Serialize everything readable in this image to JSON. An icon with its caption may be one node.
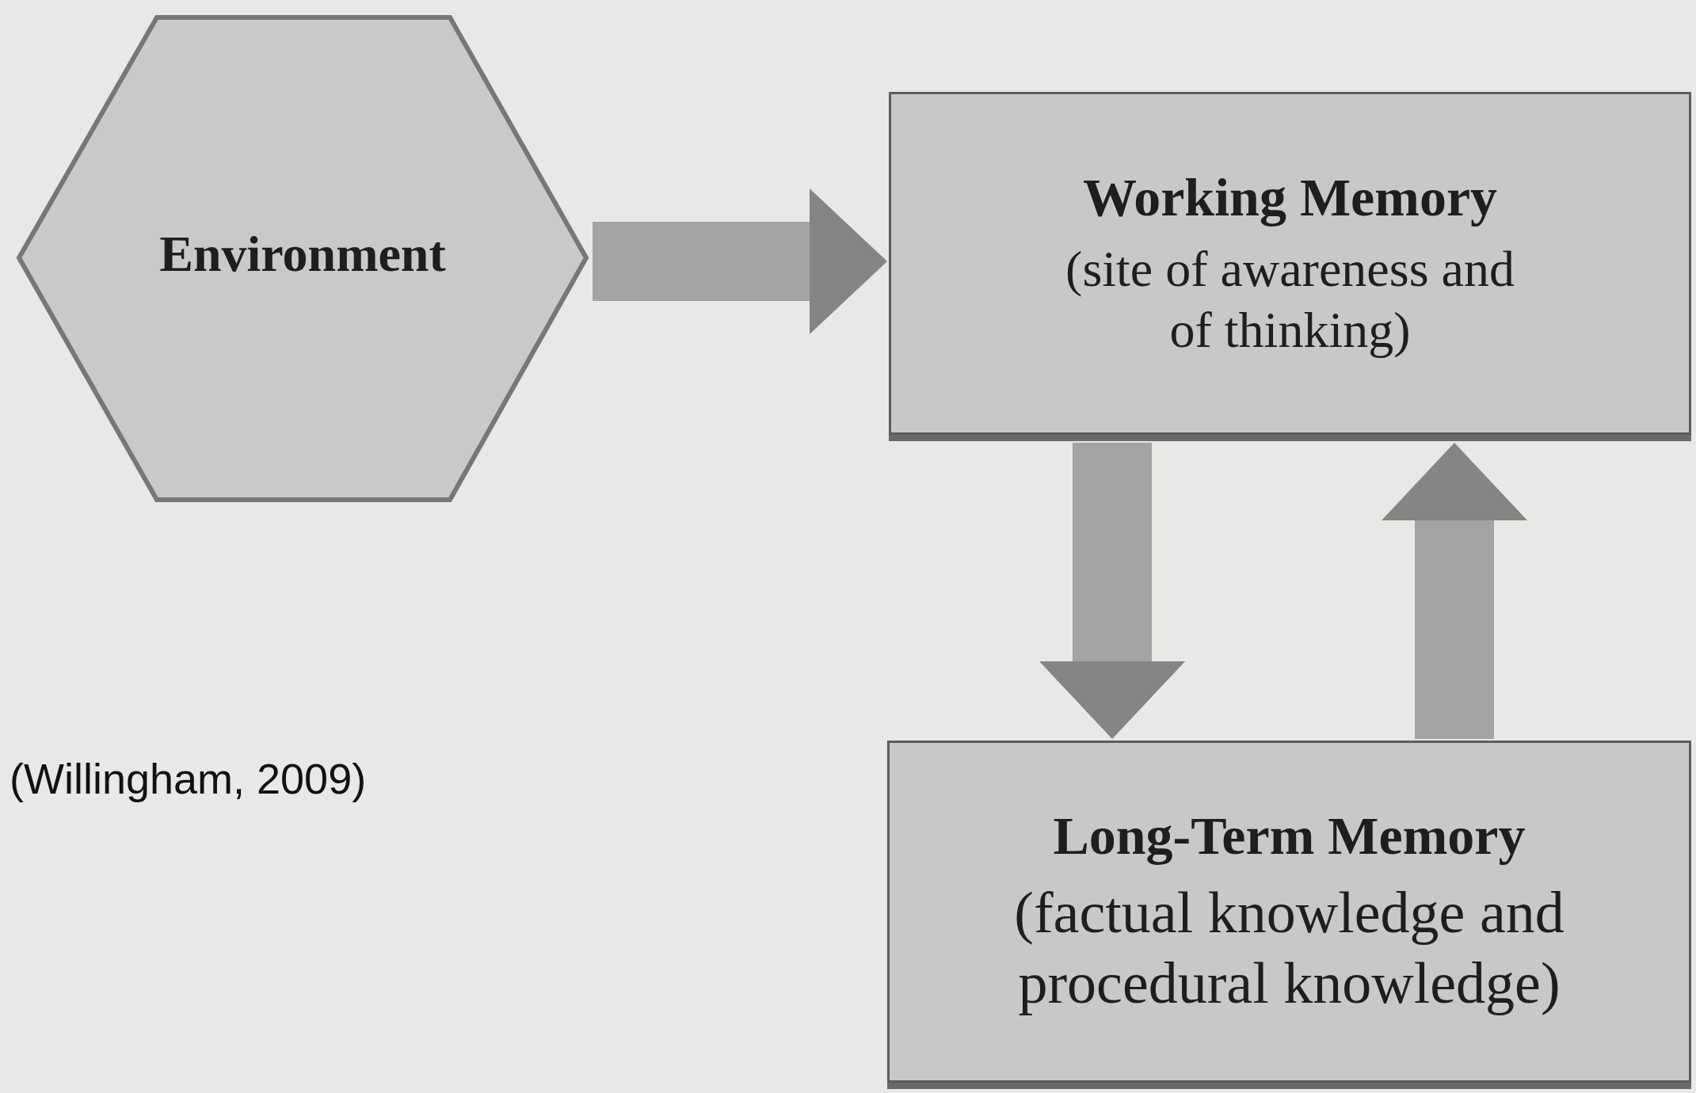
{
  "diagram": {
    "nodes": [
      {
        "text": [
          "Environment"
        ]
      },
      {
        "text": [
          "Working Memory",
          "(site of awareness and of thinking)"
        ]
      },
      {
        "text": [
          "Long-Term Memory",
          "(factual knowledge and procedural knowledge)"
        ]
      }
    ],
    "edges": [
      {
        "from": 0,
        "to": 1,
        "arrow": "to"
      },
      {
        "from": 1,
        "to": 2,
        "arrow": "to"
      },
      {
        "from": 2,
        "to": 1,
        "arrow": "to"
      }
    ],
    "labels": [
      "(Willingham, 2009)"
    ]
  }
}
